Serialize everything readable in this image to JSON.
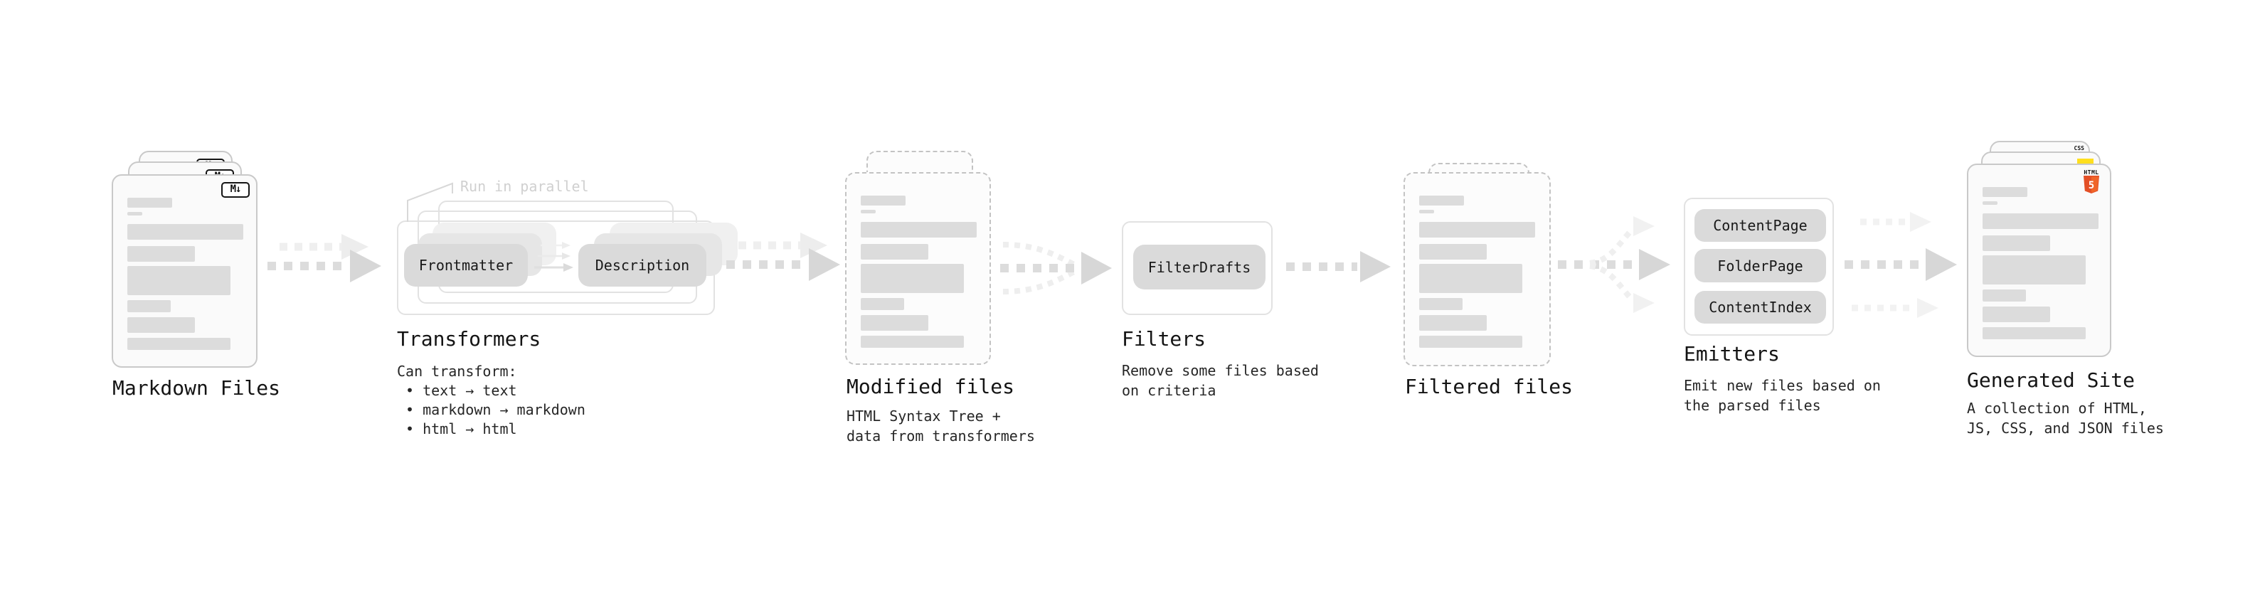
{
  "pipeline": {
    "markdown_files": {
      "label": "Markdown Files",
      "badge": "M↓"
    },
    "transformers": {
      "title": "Transformers",
      "annotation": "Run in parallel",
      "input_pill": "Frontmatter",
      "output_pill": "Description",
      "desc_heading": "Can transform:",
      "bullets": [
        "• text → text",
        "• markdown → markdown",
        "• html → html"
      ]
    },
    "modified_files": {
      "label": "Modified files",
      "desc": "HTML Syntax Tree +\ndata from transformers"
    },
    "filters": {
      "title": "Filters",
      "pill": "FilterDrafts",
      "desc": "Remove some files based\non criteria"
    },
    "filtered_files": {
      "label": "Filtered files"
    },
    "emitters": {
      "title": "Emitters",
      "pills": [
        "ContentPage",
        "FolderPage",
        "ContentIndex"
      ],
      "desc": "Emit new files based on\nthe parsed files"
    },
    "generated_site": {
      "label": "Generated Site",
      "desc": "A collection of HTML,\nJS, CSS, and JSON files",
      "badges": {
        "css": "CSS",
        "html": "HTML",
        "html_number": "5"
      }
    }
  },
  "colors": {
    "html5_orange": "#e34f26",
    "html5_orange_light": "#f06529",
    "js_yellow": "#ffdf1e",
    "css_blue": "#2965f1",
    "pill_gray": "#dadada",
    "arrow_gray": "#d7d7d7",
    "ghost_gray": "#efefef"
  }
}
